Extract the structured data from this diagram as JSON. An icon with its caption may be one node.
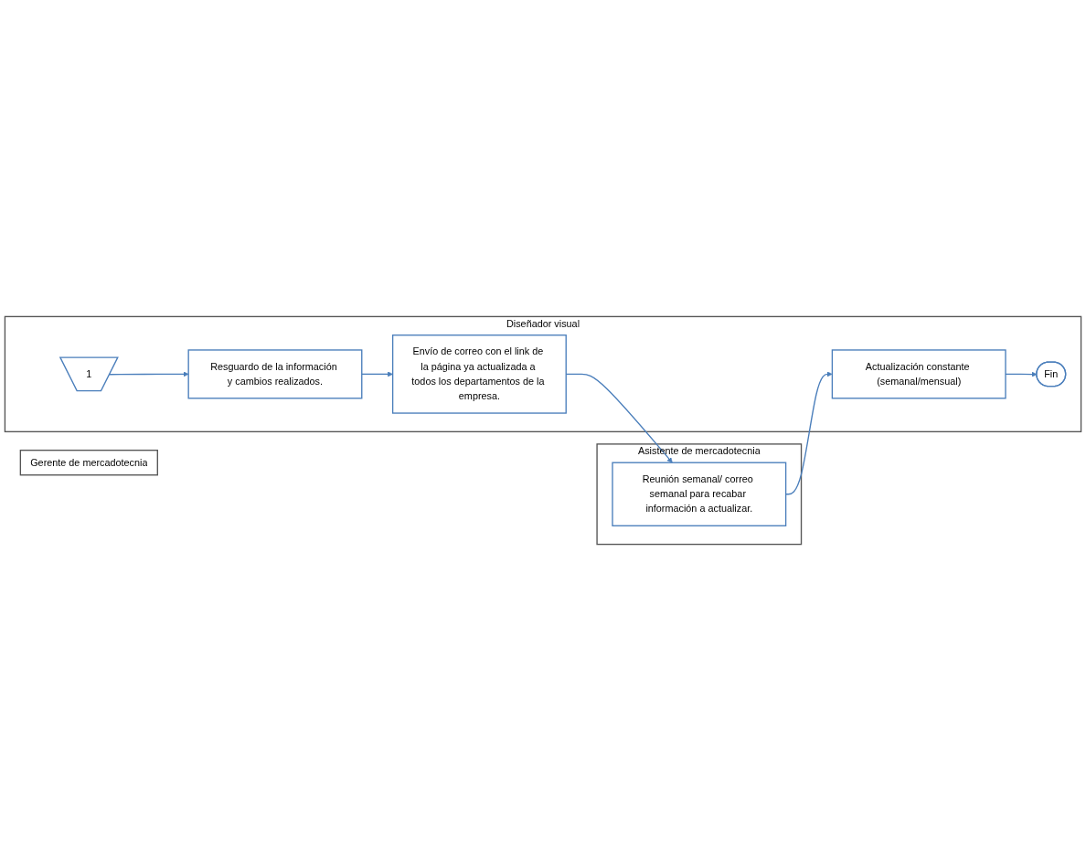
{
  "diagram": {
    "nodes": [
      {
        "text": [
          "Asistente de mercadotecnia"
        ]
      },
      {
        "text": [
          "Gerente de mercadotecnia"
        ]
      },
      {
        "text": [
          "Diseñador visual"
        ]
      },
      {
        "text": [
          "1"
        ],
        "in": 2
      },
      {
        "text": [
          "Resguardo de la información y cambios realizados."
        ],
        "in": 2
      },
      {
        "text": [
          "Reunión semanal/ correo semanal para recabar información a actualizar."
        ],
        "in": 0
      },
      {
        "text": [
          "Envío de correo con el link de la página ya actualizada a todos los departamentos de la empresa."
        ],
        "in": 2
      },
      {
        "text": [
          "Actualización constante (semanal/mensual)"
        ],
        "in": 2
      },
      {
        "text": [
          "Fin"
        ],
        "in": 2
      }
    ],
    "edges": [
      {
        "from": 3,
        "to": 4,
        "arrow": "to"
      },
      {
        "from": 4,
        "to": 6,
        "arrow": "to"
      },
      {
        "from": 6,
        "to": 5,
        "arrow": "to"
      },
      {
        "from": 5,
        "to": 7,
        "arrow": "to"
      },
      {
        "from": 7,
        "to": 8,
        "arrow": "to"
      }
    ]
  }
}
